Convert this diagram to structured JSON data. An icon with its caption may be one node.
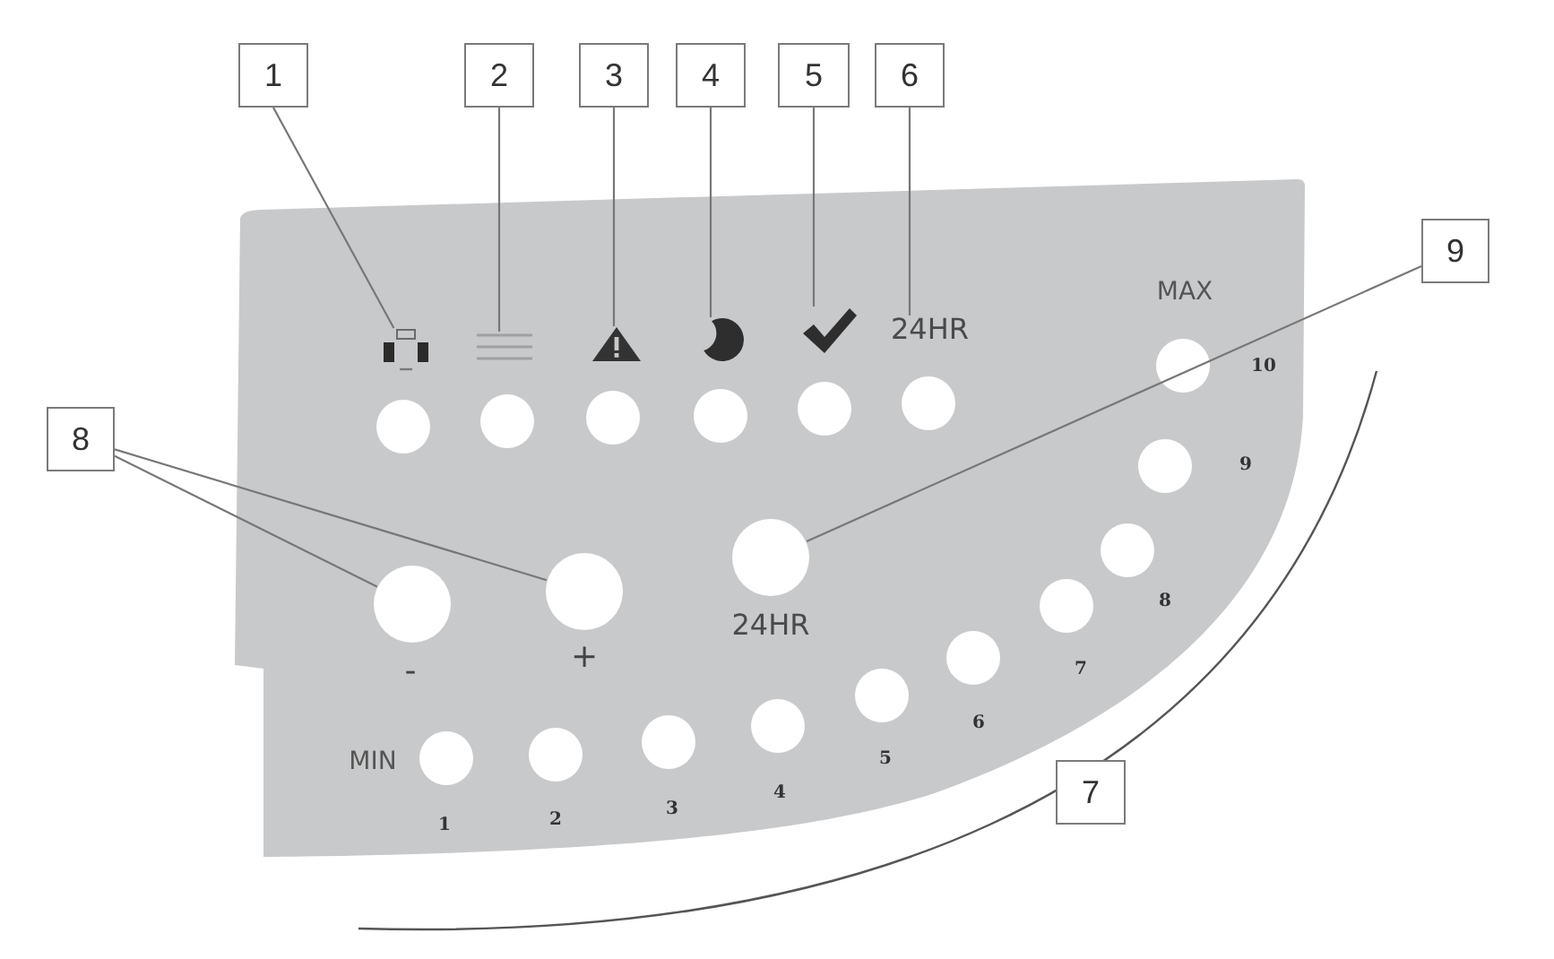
{
  "diagram": {
    "nodes": [
      {
        "text": [
          "1"
        ]
      },
      {
        "text": [
          "2"
        ]
      },
      {
        "text": [
          "3"
        ]
      },
      {
        "text": [
          "4"
        ]
      },
      {
        "text": [
          "5"
        ]
      },
      {
        "text": [
          "6"
        ]
      },
      {
        "text": [
          "9"
        ]
      },
      {
        "text": [
          "8"
        ]
      },
      {
        "text": [],
        "shape": "panel"
      },
      {
        "text": [],
        "shape": "picture",
        "in": 8
      },
      {
        "text": [],
        "shape": "picture",
        "in": 8
      },
      {
        "text": [],
        "shape": "triangle",
        "in": 8
      },
      {
        "text": [],
        "shape": "crescent",
        "in": 8
      },
      {
        "text": [],
        "shape": "picture",
        "in": 8
      },
      {
        "text": [
          "24HR"
        ],
        "in": 8
      },
      {
        "text": [],
        "shape": "circle",
        "in": 8,
        "beside": [
          "-"
        ]
      },
      {
        "text": [],
        "shape": "circle",
        "in": 8,
        "beside": [
          "+"
        ]
      },
      {
        "text": [],
        "shape": "circle",
        "in": 8,
        "beside": [
          "24HR"
        ]
      },
      {
        "text": [
          "7"
        ]
      }
    ],
    "edges": [
      {
        "from": 0,
        "to": 9,
        "arrow": "none"
      },
      {
        "from": 1,
        "to": 10,
        "arrow": "none"
      },
      {
        "from": 2,
        "to": 11,
        "arrow": "none"
      },
      {
        "from": 3,
        "to": 12,
        "arrow": "none"
      },
      {
        "from": 4,
        "to": 13,
        "arrow": "none"
      },
      {
        "from": 5,
        "to": 14,
        "arrow": "none"
      },
      {
        "from": 6,
        "to": 17,
        "arrow": "none"
      },
      {
        "from": 7,
        "to": 15,
        "arrow": "none"
      },
      {
        "from": 7,
        "to": 16,
        "arrow": "none"
      }
    ],
    "labels": [
      "MIN",
      "1",
      "2",
      "3",
      "4",
      "5",
      "6",
      "7",
      "8",
      "9",
      "10",
      "MAX"
    ]
  }
}
